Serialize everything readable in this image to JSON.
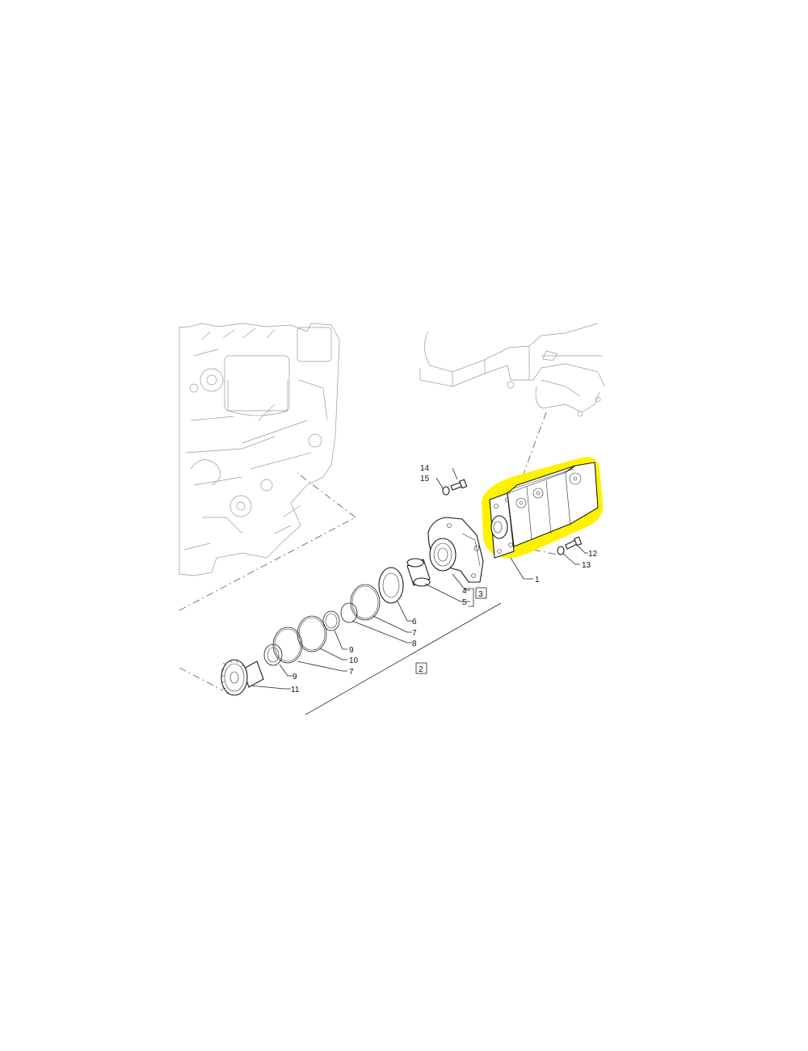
{
  "diagram": {
    "highlight_color": "#fff200",
    "callouts": [
      {
        "id": "c1",
        "text": "1"
      },
      {
        "id": "c2",
        "text": "2",
        "boxed": true
      },
      {
        "id": "c3",
        "text": "3",
        "boxed": true
      },
      {
        "id": "c4",
        "text": "4"
      },
      {
        "id": "c5",
        "text": "5"
      },
      {
        "id": "c6",
        "text": "6"
      },
      {
        "id": "c7a",
        "text": "7"
      },
      {
        "id": "c8",
        "text": "8"
      },
      {
        "id": "c9a",
        "text": "9"
      },
      {
        "id": "c10",
        "text": "10"
      },
      {
        "id": "c7b",
        "text": "7"
      },
      {
        "id": "c9b",
        "text": "9"
      },
      {
        "id": "c11",
        "text": "11"
      },
      {
        "id": "c12",
        "text": "12"
      },
      {
        "id": "c13",
        "text": "13"
      },
      {
        "id": "c14",
        "text": "14"
      },
      {
        "id": "c15",
        "text": "15"
      }
    ]
  }
}
